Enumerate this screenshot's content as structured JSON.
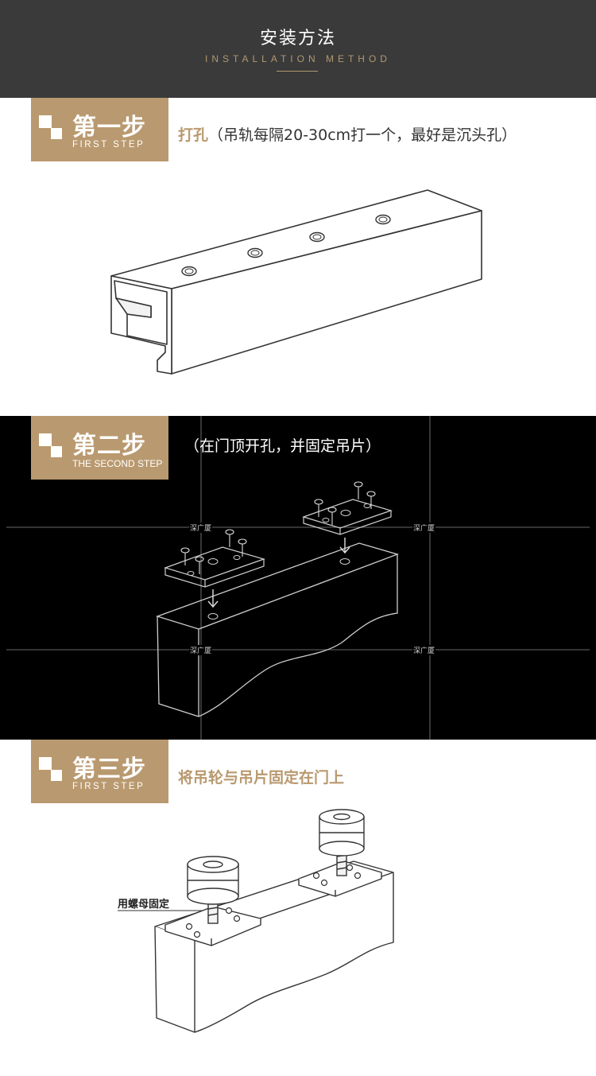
{
  "header": {
    "title": "安装方法",
    "subtitle": "INSTALLATION METHOD"
  },
  "steps": [
    {
      "title": "第一步",
      "subtitle": "FIRST STEP",
      "highlight": "打孔",
      "description": "（吊轨每隔20-30cm打一个，最好是沉头孔）"
    },
    {
      "title": "第二步",
      "subtitle": "THE SECOND STEP",
      "highlight": "",
      "description": "（在门顶开孔，并固定吊片）",
      "dimension_labels": [
        "深广厦",
        "深广厦",
        "深广厦",
        "深广厦"
      ]
    },
    {
      "title": "第三步",
      "subtitle": "FIRST STEP",
      "highlight": "将吊轮与吊片固定在门上",
      "description": "",
      "callout": "用螺母固定"
    }
  ],
  "colors": {
    "accent": "#b9996f",
    "header_bg": "#3a3a3a",
    "panel_bg": "#000000"
  }
}
